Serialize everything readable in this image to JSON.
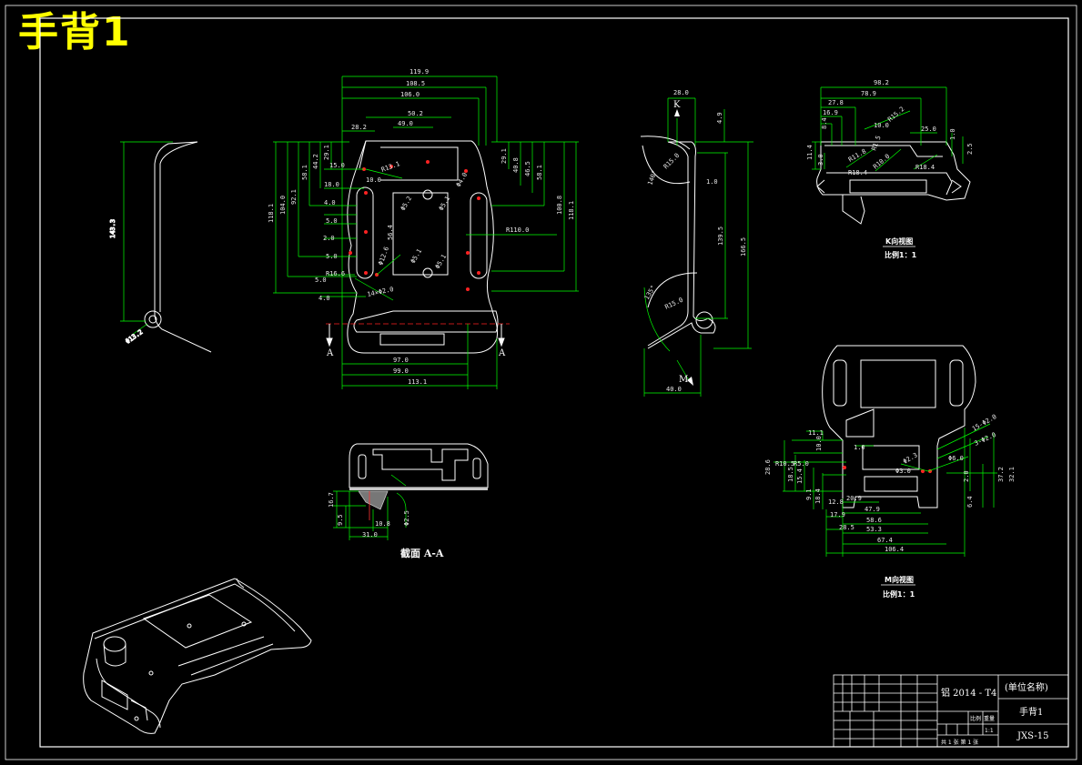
{
  "sheet": {
    "title": "手背1",
    "colors": {
      "background": "#000000",
      "outline": "#ffffff",
      "dimension": "#00ff00",
      "title": "#ffff00",
      "center": "#ff3333",
      "hatch": "#c8c8c8"
    }
  },
  "views": {
    "section_label": "截面  A-A",
    "section_mark": "A",
    "k_mark": "K",
    "m_mark": "M",
    "k_view_title": "K向视图",
    "k_view_scale": "比例1：1",
    "m_view_title": "M向视图",
    "m_view_scale": "比例1：1"
  },
  "dims": {
    "side": {
      "height": "143.3",
      "dia": "Φ13.2"
    },
    "front": {
      "w1": "119.9",
      "w2": "108.5",
      "w3": "106.0",
      "w4": "50.2",
      "w5": "49.0",
      "w6": "28.2",
      "r_top": "R13.1",
      "d15": "15.0",
      "d18": "18.0",
      "d10": "10.0",
      "left_v": [
        "118.1",
        "104.0",
        "92.1",
        "58.1",
        "44.2",
        "29.1"
      ],
      "left_h": [
        "4.0",
        "5.0",
        "2.0",
        "5.0",
        "5.0",
        "4.0"
      ],
      "d166": "R16.6",
      "d_14": "14×Φ2.0",
      "inner": [
        "Φ5.2",
        "Φ5.1",
        "Φ5.1",
        "Φ5.1",
        "56.4",
        "Φ12.6"
      ],
      "r110": "R110.0",
      "right_v": [
        "29.1",
        "40.8",
        "46.5",
        "58.1",
        "100.8",
        "118.1"
      ],
      "bottom": [
        "97.0",
        "99.0",
        "113.1"
      ],
      "side_label": "Φ4.0"
    },
    "profile": {
      "top": "28.0",
      "r15": "R15.0",
      "a140": "140°",
      "d10": "1.0",
      "h1": "4.9",
      "h2": "139.5",
      "h3": "166.5",
      "a135": "135°",
      "r150": "R15.0",
      "bottom": "40.0"
    },
    "k": {
      "top": "98.2",
      "w78": "78.9",
      "w27": "27.8",
      "w16": "16.9",
      "w8": "8.4",
      "r10": "10.0",
      "r152": "R15.2",
      "w25": "25.0",
      "d10": "1.0",
      "d25": "2.5",
      "h11": "11.4",
      "h30": "3.0",
      "r11": "R11.8",
      "r18": "R18.4",
      "r10b": "R10.0",
      "r18b": "R18.4",
      "r15": "R1.5"
    },
    "m": {
      "top": [
        "11.1",
        "10.0",
        "1.0"
      ],
      "left": [
        "28.6",
        "R5.0",
        "R10.5"
      ],
      "lv": [
        "18.5",
        "15.4",
        "9.1",
        "18.4"
      ],
      "r15a": "15-Φ2.0",
      "r3": "3-Φ2.0",
      "c": [
        "Φ2.3",
        "Φ3.0",
        "Φ6.0"
      ],
      "rv": [
        "2.0",
        "37.2",
        "32.1",
        "6.4"
      ],
      "b": [
        "20.9",
        "47.9",
        "58.6",
        "53.3",
        "67.4",
        "106.4"
      ],
      "b2": [
        "17.9",
        "28.5",
        "12.8"
      ]
    },
    "sec": {
      "v1": "16.7",
      "v2": "9.5",
      "h1": "10.8",
      "h2": "31.0",
      "d": "Φ2.5"
    }
  },
  "title_block": {
    "material": "铝 2014 - T4",
    "company": "(单位名称)",
    "part_name": "手背1",
    "drawing_no": "JXS-15",
    "scale_label": "比例",
    "weight_label": "重量",
    "scale_value": "1:1",
    "sheet_text": "共 1 张   第 1 张"
  }
}
